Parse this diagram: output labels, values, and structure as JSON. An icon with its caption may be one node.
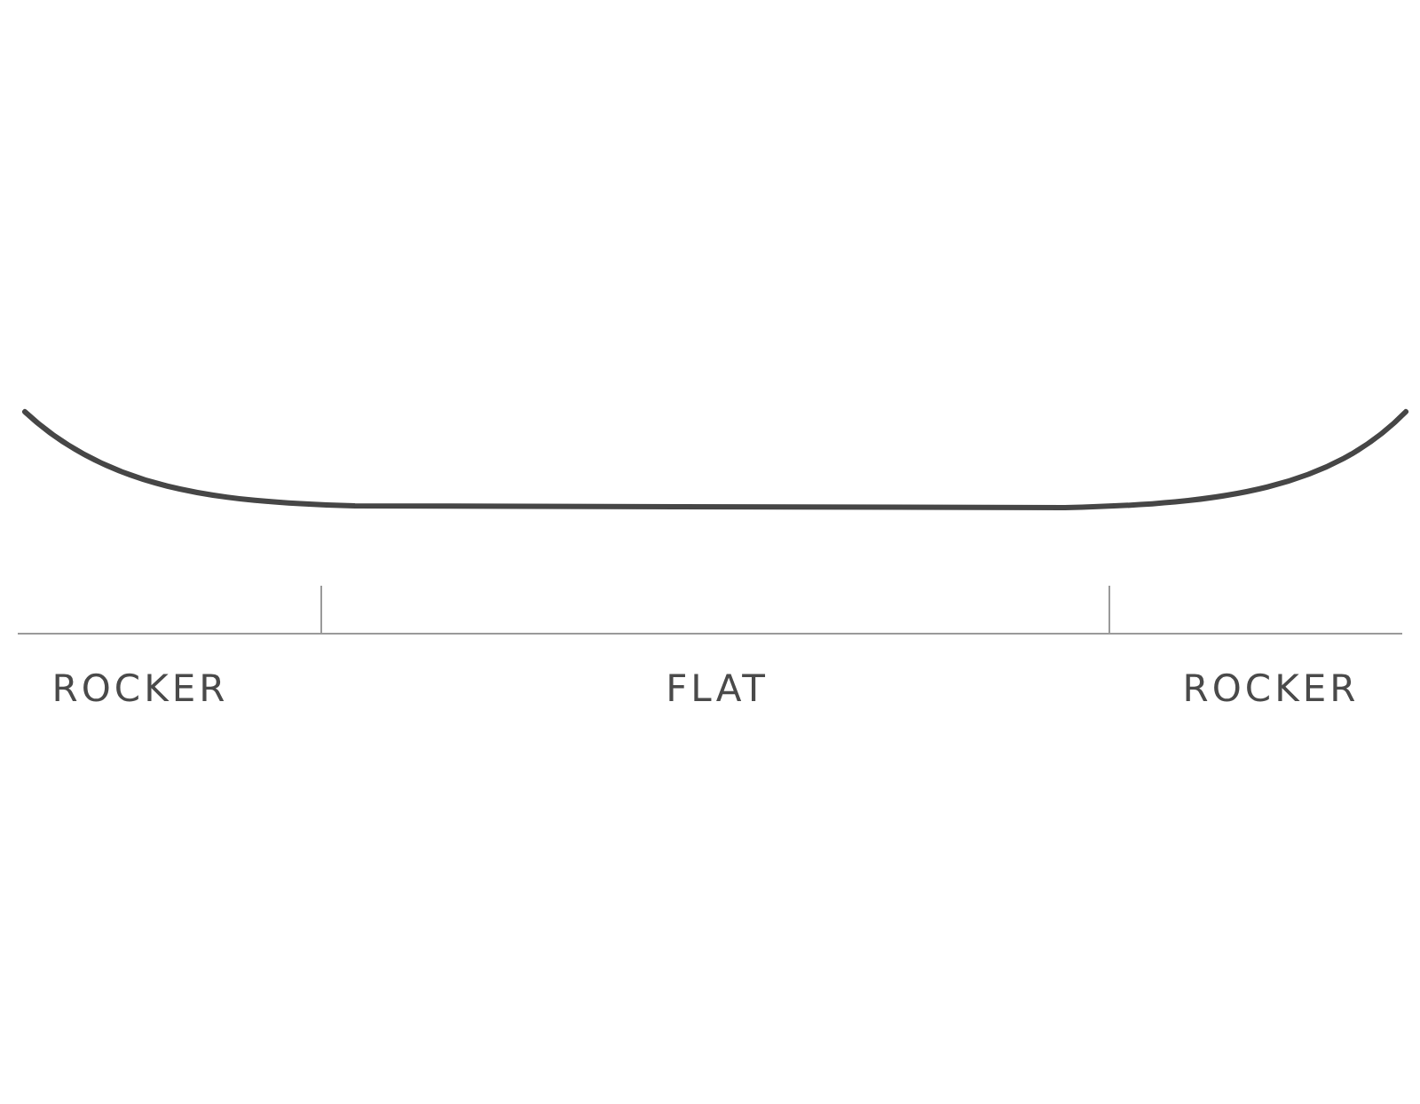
{
  "diagram": {
    "labels": [
      "ROCKER",
      "FLAT",
      "ROCKER"
    ]
  }
}
